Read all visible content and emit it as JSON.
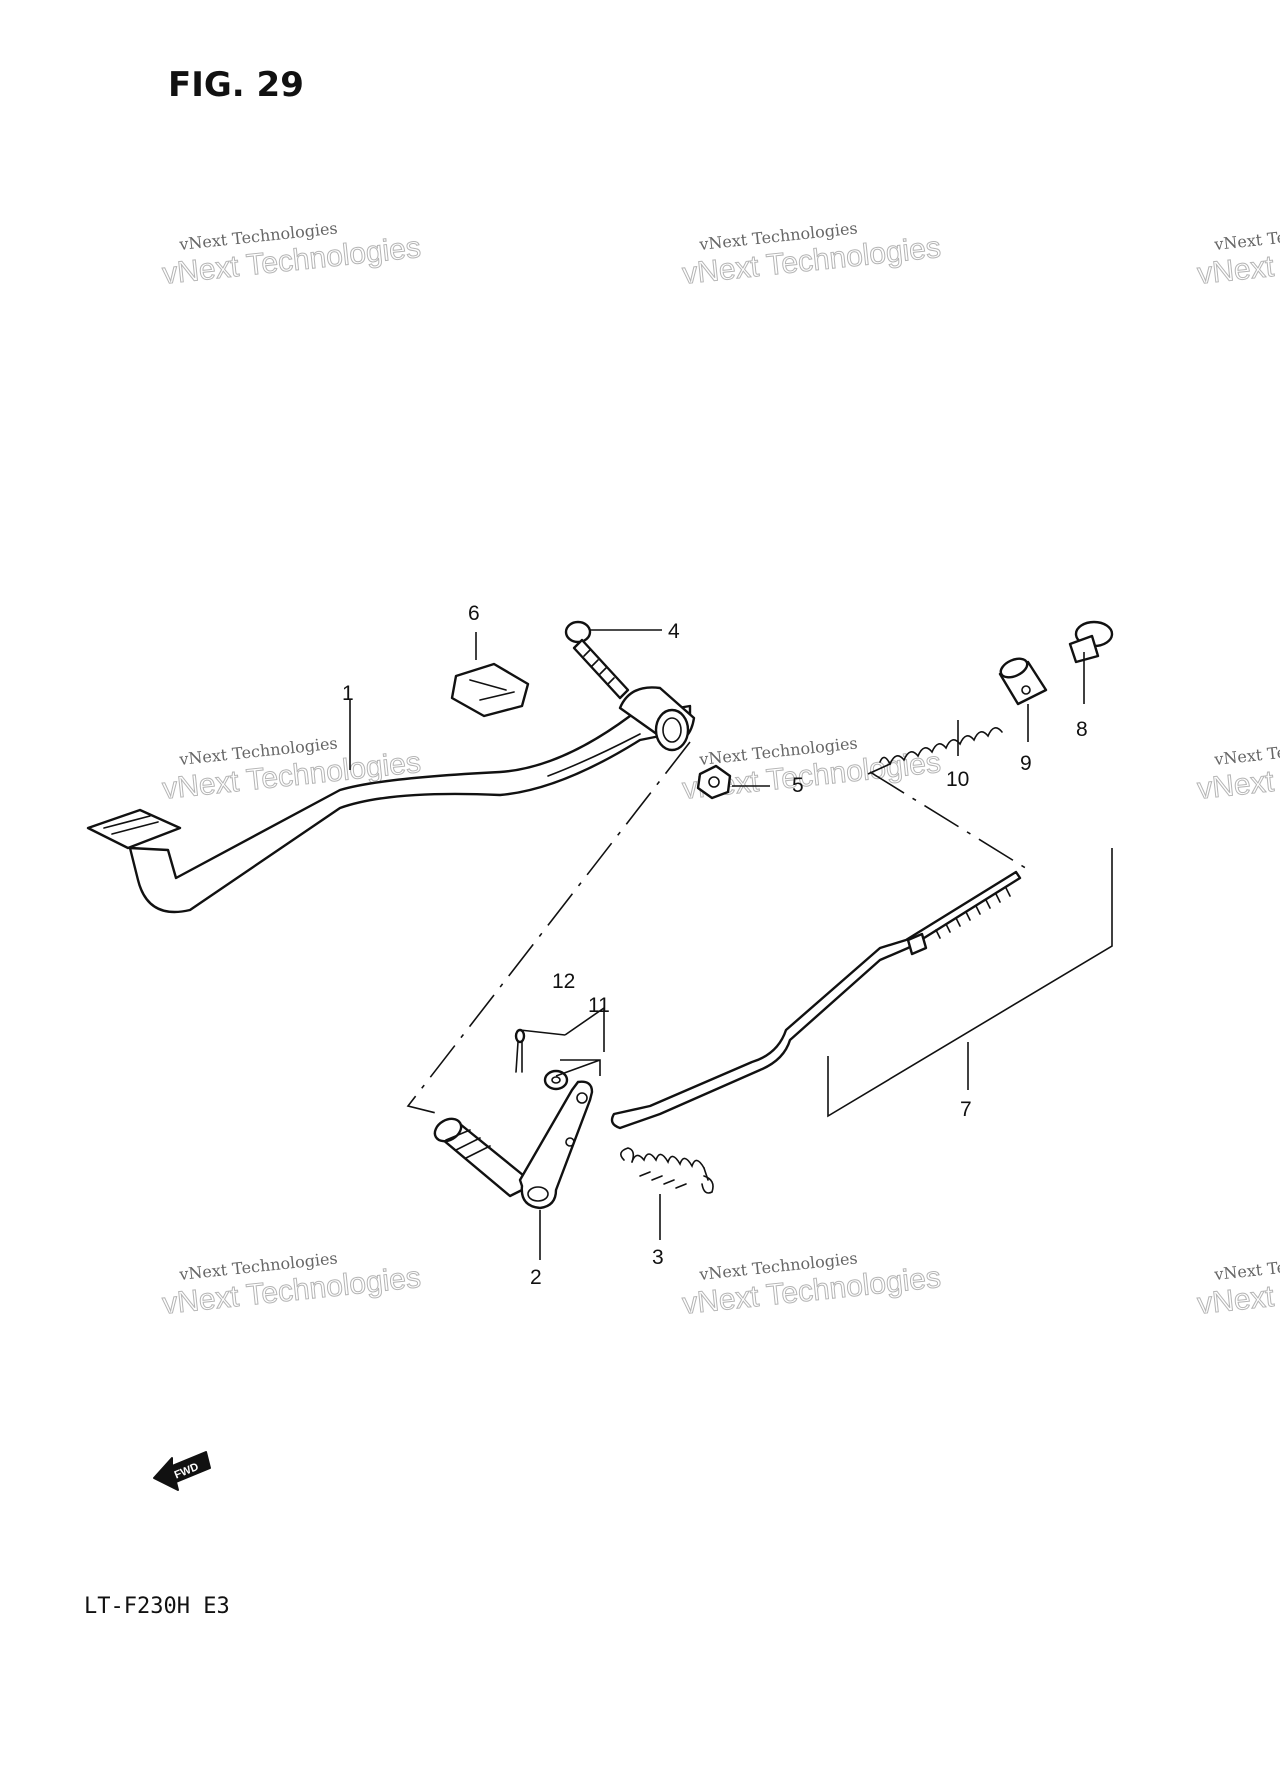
{
  "figure": {
    "title": "FIG. 29",
    "model": "LT-F230H  E3"
  },
  "callouts": [
    {
      "id": "1",
      "text": "1"
    },
    {
      "id": "2",
      "text": "2"
    },
    {
      "id": "3",
      "text": "3"
    },
    {
      "id": "4",
      "text": "4"
    },
    {
      "id": "5",
      "text": "5"
    },
    {
      "id": "6",
      "text": "6"
    },
    {
      "id": "7",
      "text": "7"
    },
    {
      "id": "8",
      "text": "8"
    },
    {
      "id": "9",
      "text": "9"
    },
    {
      "id": "10",
      "text": "10"
    },
    {
      "id": "11",
      "text": "11"
    },
    {
      "id": "12",
      "text": "12"
    }
  ],
  "watermark": {
    "line1": "vNext Technologies",
    "line2": "vNext Technologies"
  },
  "fwd_label": "FWD",
  "icons": [
    "fwd-arrow-icon"
  ]
}
